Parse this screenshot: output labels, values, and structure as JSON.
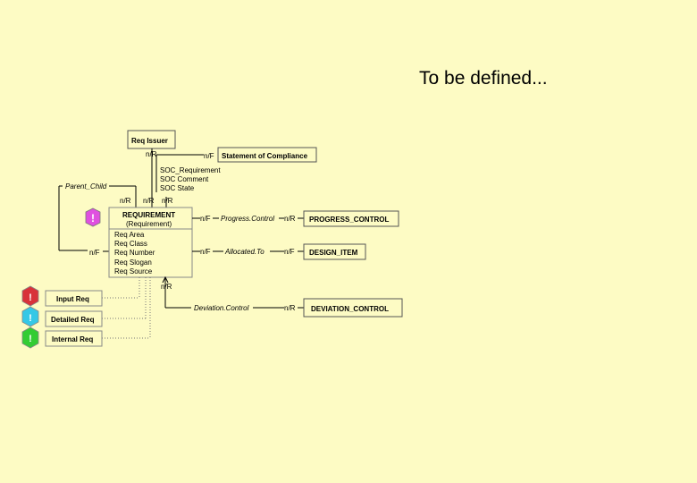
{
  "slide": {
    "note": "To be defined..."
  },
  "diagram": {
    "req_issuer": "Req Issuer",
    "statement_of_compliance": "Statement of Compliance",
    "soc_attrs": [
      "SOC_Requirement",
      "SOC Comment",
      "SOC State"
    ],
    "parent_child": "Parent_Child",
    "requirement_title": "REQUIREMENT",
    "requirement_subtitle": "(Requirement)",
    "requirement_attrs": [
      "Req Area",
      "Req Class",
      "Req Number",
      "Req Slogan",
      "Req Source"
    ],
    "progress_control_link": "Progress.Control",
    "progress_control": "PROGRESS_CONTROL",
    "allocated_to_link": "Allocated.To",
    "design_item": "DESIGN_ITEM",
    "deviation_control_link": "Deviation.Control",
    "deviation_control": "DEVIATION_CONTROL",
    "legend": [
      "Input Req",
      "Detailed Req",
      "Internal Req"
    ],
    "legend_colors": [
      "#d8323a",
      "#35c8e6",
      "#33cc33"
    ],
    "requirement_icon_color": "#e050e0",
    "cardinality": {
      "nR": "n/R",
      "nF": "n/F"
    },
    "icon_glyph": "!"
  }
}
